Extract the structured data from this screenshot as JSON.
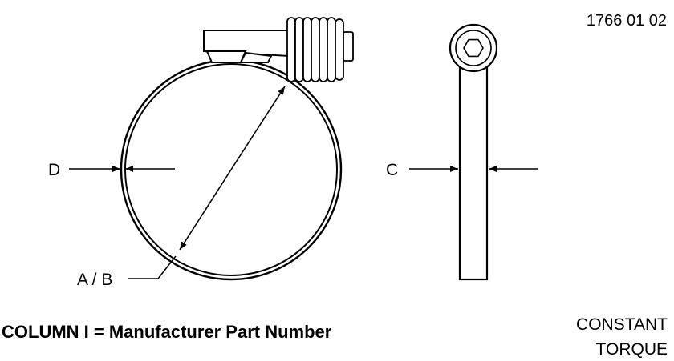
{
  "figure_number": "1766 01 02",
  "dimension_labels": {
    "d": "D",
    "c": "C",
    "ab": "A / B"
  },
  "caption": "COLUMN I = Manufacturer Part Number",
  "note": {
    "line1": "CONSTANT",
    "line2": "TORQUE"
  }
}
